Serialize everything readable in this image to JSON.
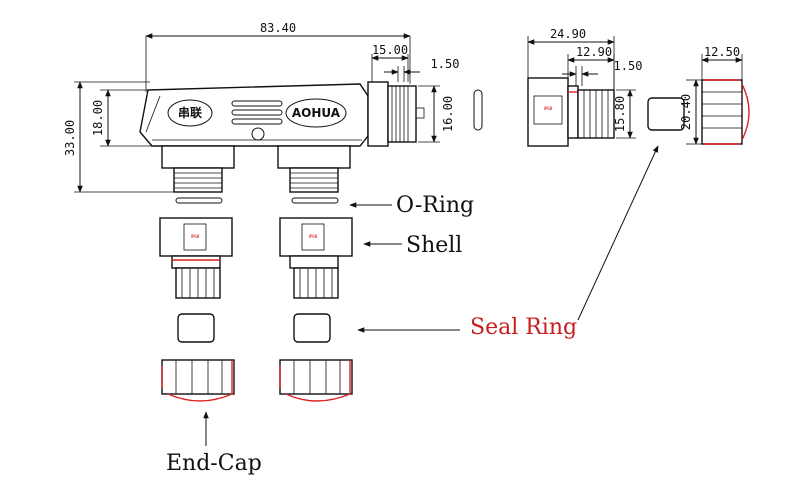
{
  "dimensions": {
    "total_length": "83.40",
    "height_tee": "18.00",
    "height_total": "33.00",
    "port_length": "15.00",
    "port_gap": "1.50",
    "port_height": "16.00",
    "shell_length": "24.90",
    "shell_thread": "12.90",
    "shell_gap": "1.50",
    "shell_height": "15.80",
    "cap_length": "12.50",
    "cap_height": "20.40"
  },
  "logo": {
    "chinese": "串联",
    "brand": "AOHUA"
  },
  "labels": {
    "o_ring": "O-Ring",
    "shell": "Shell",
    "seal_ring": "Seal Ring",
    "end_cap": "End-Cap"
  },
  "colors": {
    "line": "#111111",
    "accent": "#d22222",
    "seal_label": "#c81e1e"
  }
}
